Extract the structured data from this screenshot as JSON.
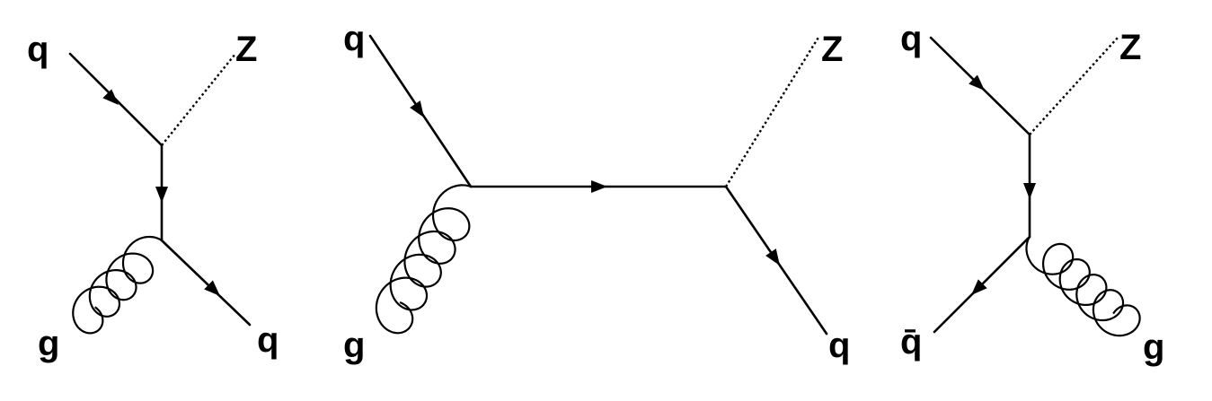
{
  "diagrams": [
    {
      "labels": {
        "incoming_quark": "q",
        "boson": "Z",
        "gluon": "g",
        "outgoing_quark": "q"
      }
    },
    {
      "labels": {
        "incoming_quark": "q",
        "boson": "Z",
        "gluon": "g",
        "outgoing_quark": "q"
      }
    },
    {
      "labels": {
        "incoming_quark": "q",
        "boson": "Z",
        "antiquark": "q̄",
        "gluon": "g"
      }
    }
  ]
}
